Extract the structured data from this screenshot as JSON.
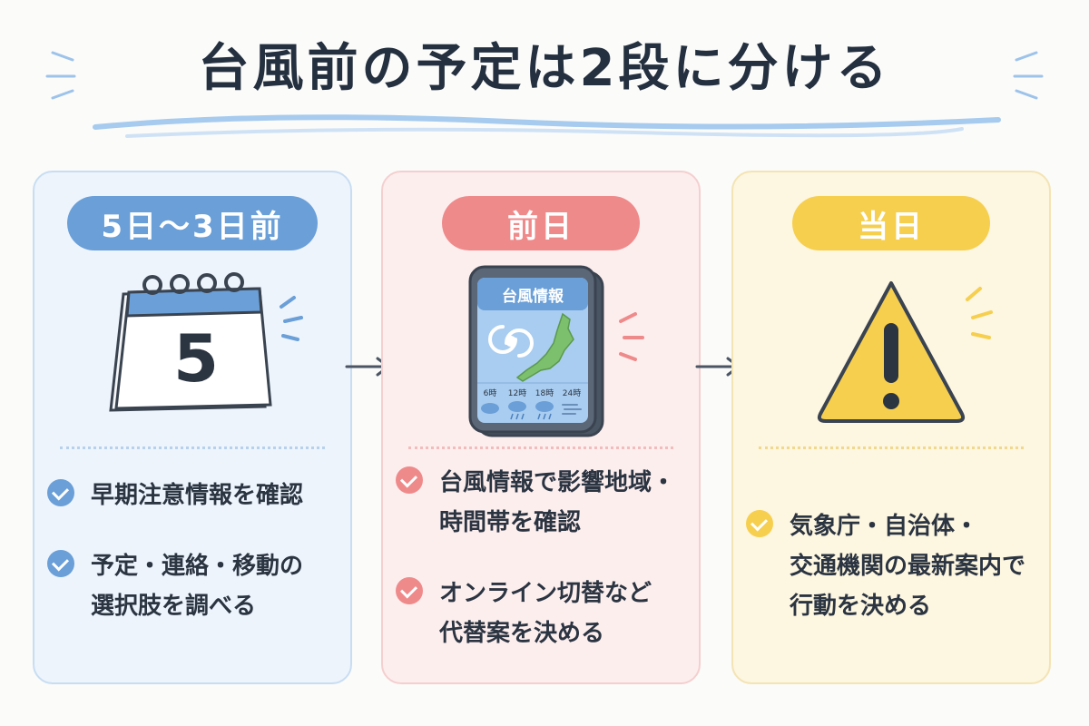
{
  "title": "台風前の予定は2段に分ける",
  "colors": {
    "blue": "#6a9fd8",
    "red": "#ef8a8b",
    "yellow": "#f6cf4e",
    "text": "#24303f"
  },
  "stages": [
    {
      "label": "5日〜3日前",
      "icon": "calendar-icon",
      "calendar_number": "5",
      "items": [
        "早期注意情報を確認",
        "予定・連絡・移動の\n選択肢を調べる"
      ]
    },
    {
      "label": "前日",
      "icon": "smartphone-weather-icon",
      "phone": {
        "screen_title": "台風情報",
        "times": [
          "6時",
          "12時",
          "18時",
          "24時"
        ]
      },
      "items": [
        "台風情報で影響地域・\n時間帯を確認",
        "オンライン切替など\n代替案を決める"
      ]
    },
    {
      "label": "当日",
      "icon": "warning-triangle-icon",
      "items": [
        "気象庁・自治体・\n交通機関の最新案内で\n行動を決める"
      ]
    }
  ]
}
